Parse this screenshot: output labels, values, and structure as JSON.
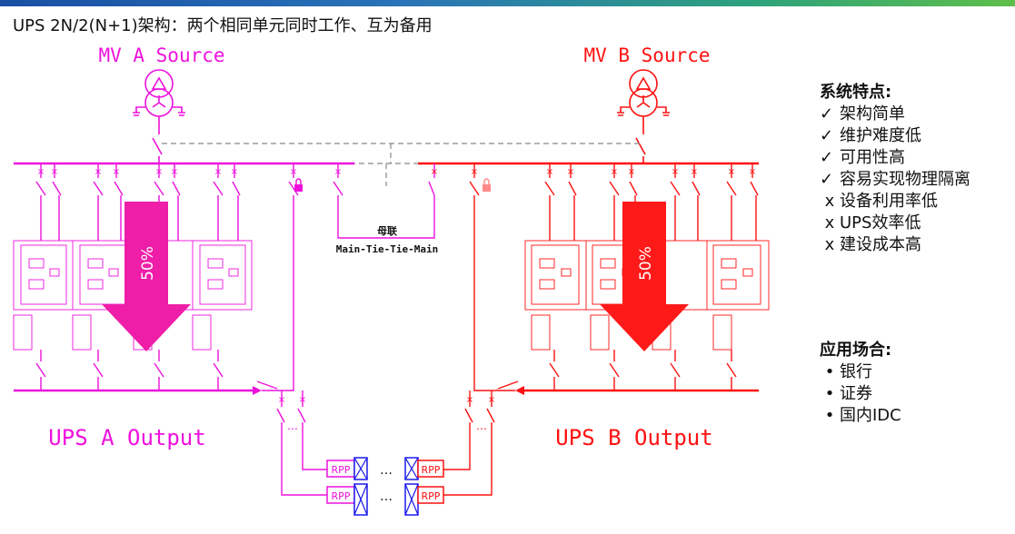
{
  "title": "UPS 2N/2(N+1)架构：两个相同单元同时工作、互为备用",
  "labels": {
    "mv_a": "MV A Source",
    "mv_b": "MV B Source",
    "ups_a": "UPS A Output",
    "ups_b": "UPS B Output",
    "tie_cn": "母联",
    "tie_en": "Main-Tie-Tie-Main",
    "arrow_left": "50%",
    "arrow_right": "50%",
    "rpp": "RPP",
    "ellipsis": "…",
    "dots": "…"
  },
  "features": {
    "heading": "系统特点:",
    "items": [
      {
        "mark": "✓",
        "text": "架构简单"
      },
      {
        "mark": "✓",
        "text": "维护难度低"
      },
      {
        "mark": "✓",
        "text": "可用性高"
      },
      {
        "mark": "✓",
        "text": "容易实现物理隔离"
      },
      {
        "mark": "x",
        "text": "设备利用率低"
      },
      {
        "mark": "x",
        "text": "UPS效率低"
      },
      {
        "mark": "x",
        "text": "建设成本高"
      }
    ]
  },
  "applications": {
    "heading": "应用场合:",
    "items": [
      {
        "mark": "•",
        "text": "银行"
      },
      {
        "mark": "•",
        "text": "证券"
      },
      {
        "mark": "•",
        "text": "国内IDC"
      }
    ]
  },
  "colors": {
    "a_side": "#ee11dd",
    "b_side": "#ff1111",
    "arrow_a": "#ee1ea8",
    "arrow_b": "#ff1a1a",
    "pdu_box": "#1a1aee"
  }
}
